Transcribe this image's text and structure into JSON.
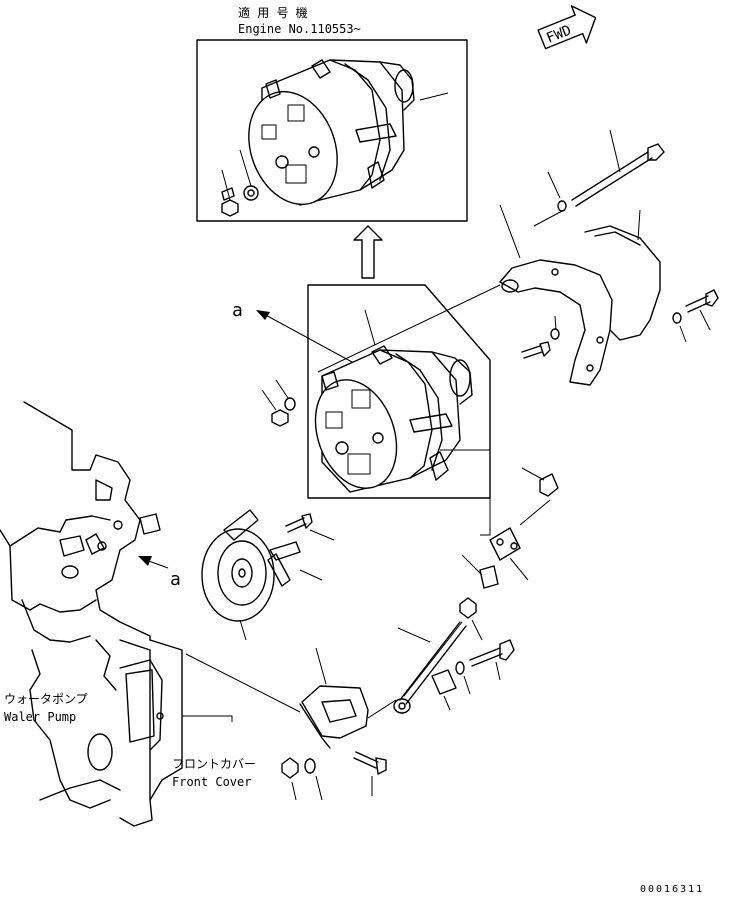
{
  "inset": {
    "title_jp": "適 用 号 機",
    "title_en": "Engine No.110553~"
  },
  "fwd_label": "FWD",
  "view_marker": "a",
  "water_pump": {
    "label_jp": "ウォータポンプ",
    "label_en": "Waler Pump"
  },
  "front_cover": {
    "label_jp": "フロントカバー",
    "label_en": "Front Cover"
  },
  "drawing_number": "00016311"
}
